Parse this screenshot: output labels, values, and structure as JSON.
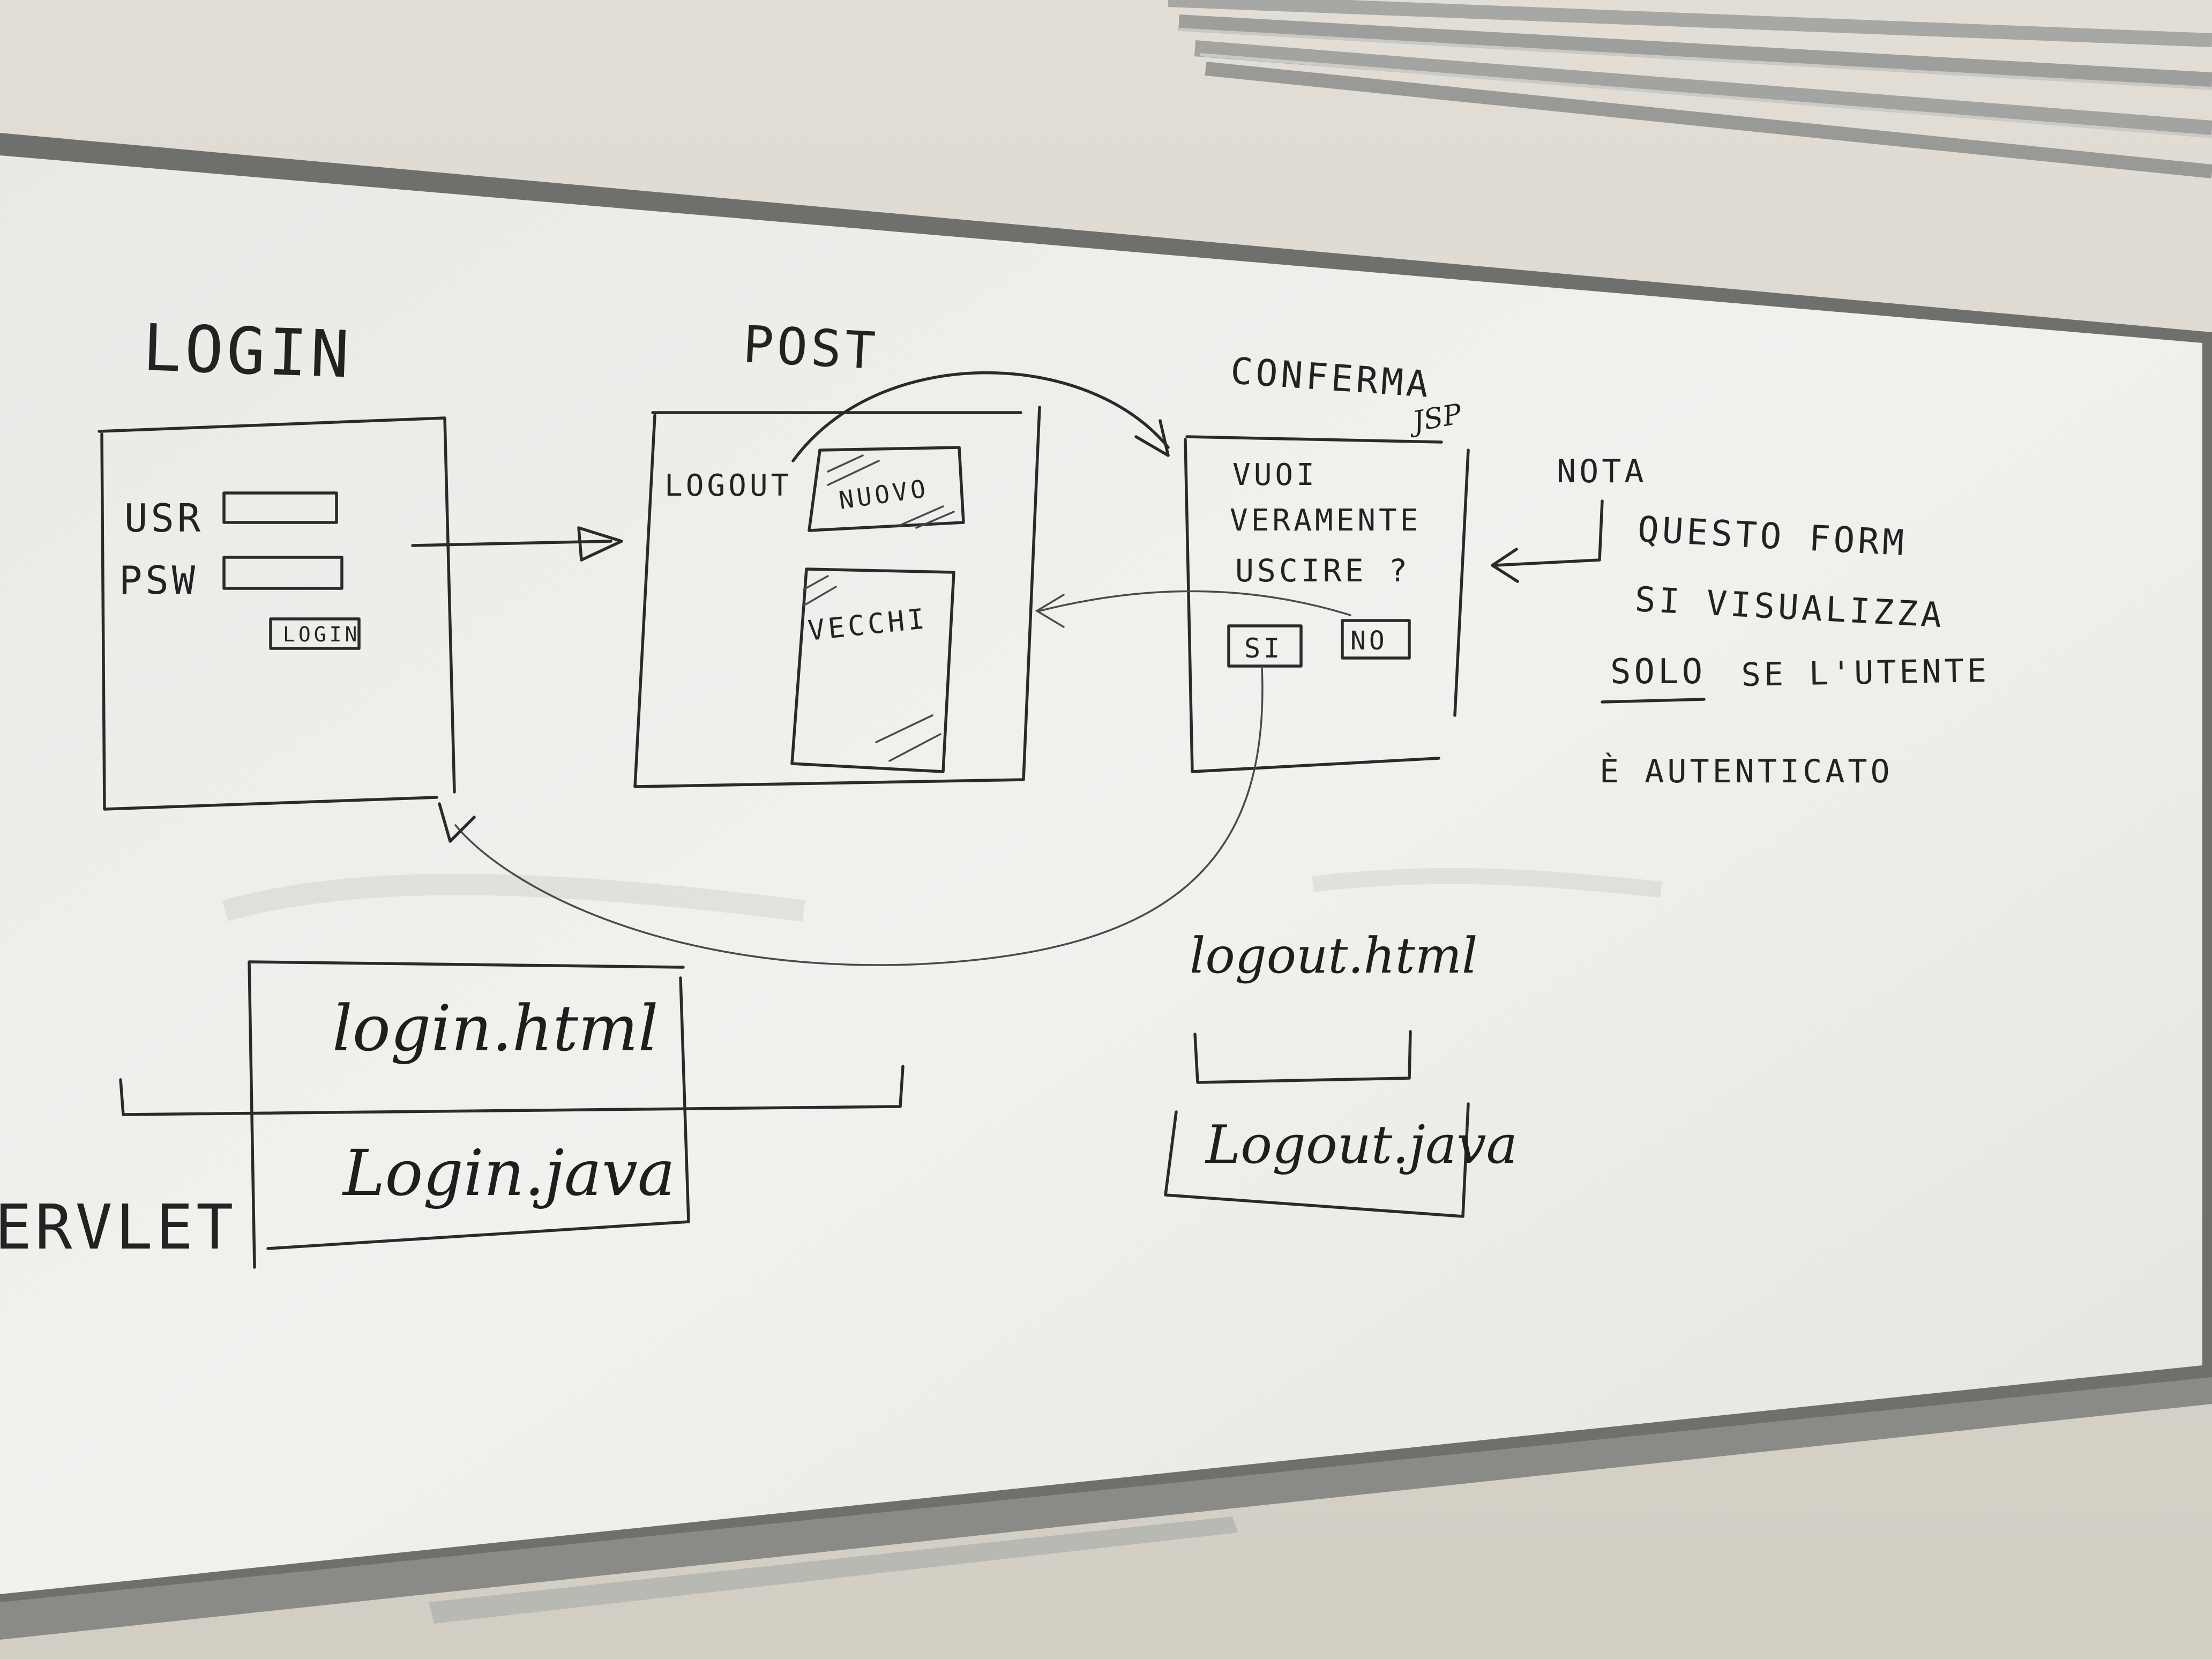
{
  "login": {
    "title": "LOGIN",
    "usr_label": "USR",
    "psw_label": "PSW",
    "button_label": "LOGIN"
  },
  "post": {
    "title": "POST",
    "logout_label": "LOGOUT",
    "nuovo_label": "NUOVO",
    "vecchi_label": "VECCHI"
  },
  "conferma": {
    "title": "CONFERMA",
    "jsp_note": "JSP",
    "question_line1": "VUOI",
    "question_line2": "VERAMENTE",
    "question_line3": "USCIRE ?",
    "si_label": "SI",
    "no_label": "NO"
  },
  "note": {
    "heading": "NOTA",
    "line1": "QUESTO FORM",
    "line2": "SI VISUALIZZA",
    "line3_underlined": "SOLO",
    "line3_rest": "SE L'UTENTE",
    "line4": "È AUTENTICATO"
  },
  "files": {
    "login_html": "login.html",
    "login_java": "Login.java",
    "servlet_label": "ERVLET",
    "logout_html": "logout.html",
    "logout_java": "Logout.java"
  }
}
